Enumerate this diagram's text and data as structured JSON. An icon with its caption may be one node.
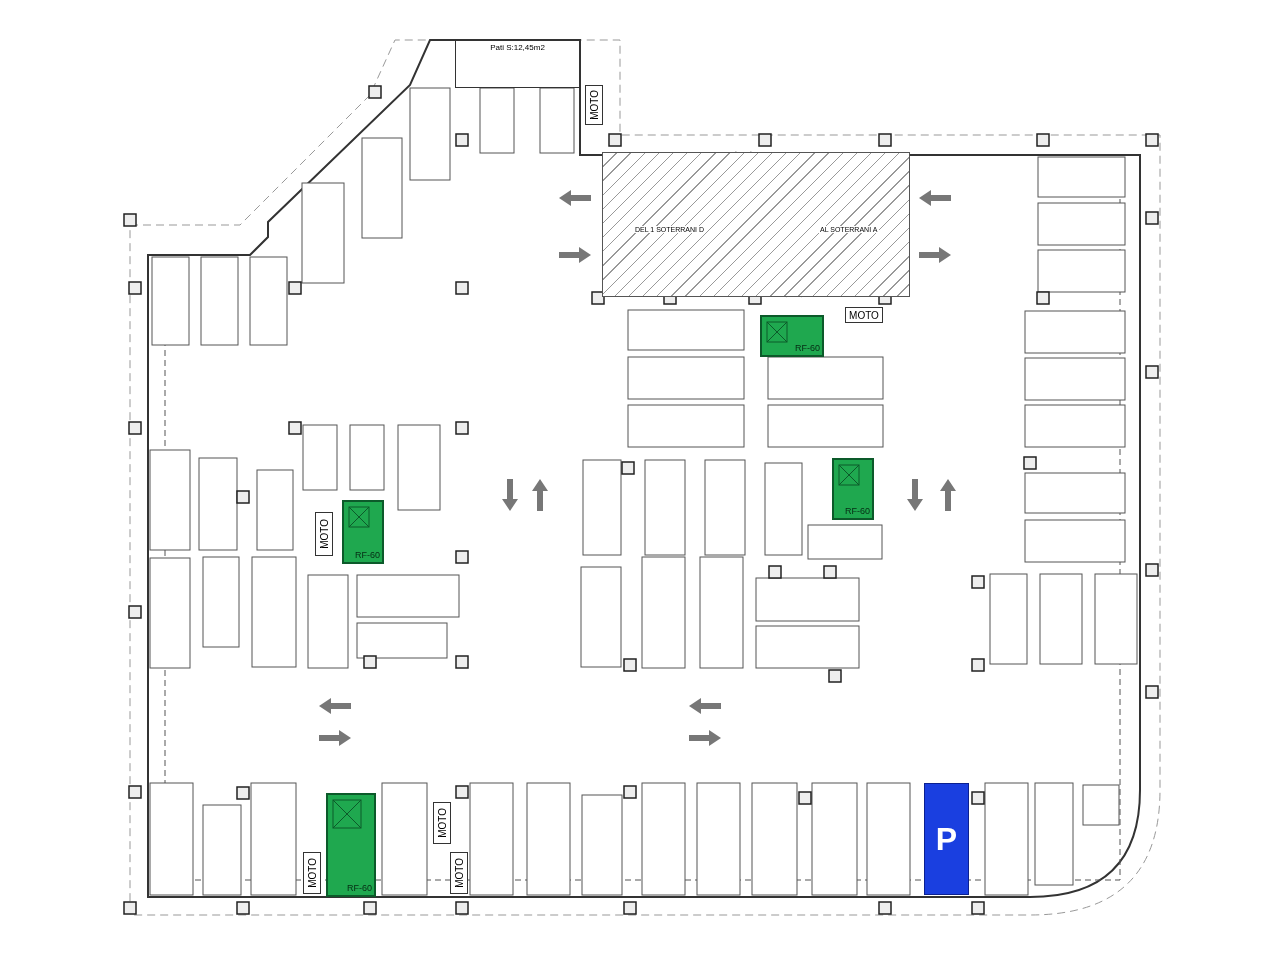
{
  "diagram": {
    "nodes": [
      {
        "text": [
          "Pati S:12,45m2"
        ]
      },
      {
        "text": [
          "MOTO"
        ]
      },
      {
        "text": [
          "DEL 1 SOTERRANI D",
          "AL SOTERRANI A"
        ]
      },
      {
        "text": [
          "MOTO"
        ]
      },
      {
        "text": [
          "RF-60"
        ]
      },
      {
        "text": [
          "RF-60"
        ]
      },
      {
        "text": [
          "MOTO"
        ]
      },
      {
        "text": [
          "RF-60"
        ]
      },
      {
        "text": [
          "MOTO"
        ]
      },
      {
        "text": [
          "RF-60"
        ]
      },
      {
        "text": [
          "P"
        ]
      },
      {
        "text": [
          "MOTO"
        ]
      },
      {
        "text": [
          "MOTO"
        ]
      }
    ]
  }
}
